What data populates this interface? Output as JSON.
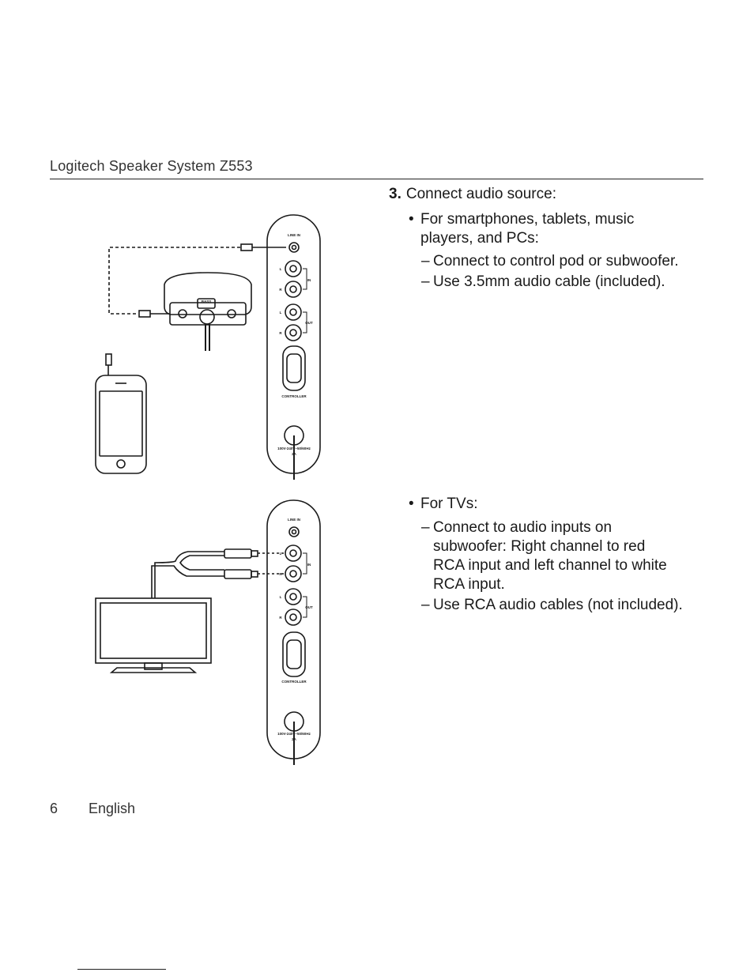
{
  "header": {
    "title": "Logitech Speaker System Z553"
  },
  "step": {
    "number": "3.",
    "title": "Connect audio source:",
    "mobile": {
      "bullet": "For smartphones, tablets, music players, and PCs:",
      "bullet_line1": "For smartphones, tablets, music",
      "bullet_line2": "players, and PCs:",
      "items": [
        "Connect to control pod or subwoofer.",
        "Use 3.5mm audio cable (included)."
      ]
    },
    "tv": {
      "bullet": "For TVs:",
      "item1_lines": [
        "Connect to audio inputs on",
        "subwoofer: Right channel to red",
        "RCA input and left channel to white",
        "RCA input."
      ],
      "item2": "Use RCA audio cables (not included)."
    }
  },
  "panel_labels": {
    "line_in": "LINE IN",
    "l": "L",
    "r": "R",
    "in": "IN",
    "out": "OUT",
    "controller": "CONTROLLER",
    "power": "100V-240V~50/60Hz",
    "current": "2A",
    "bass": "BASS"
  },
  "footer": {
    "page": "6",
    "language": "English"
  }
}
